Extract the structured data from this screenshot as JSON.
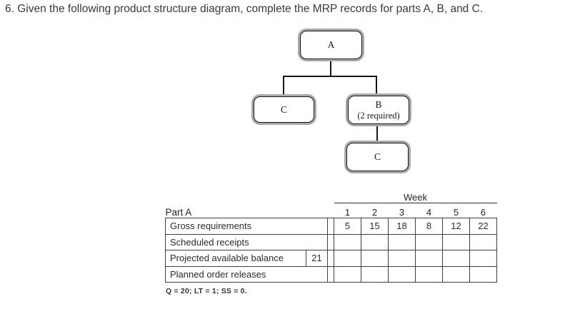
{
  "title": "6. Given the following product structure diagram, complete the MRP records for parts A, B, and C.",
  "diagram": {
    "node_a": {
      "label": "A"
    },
    "node_c_left": {
      "label": "C"
    },
    "node_b": {
      "label": "B",
      "sublabel": "(2 required)"
    },
    "node_c_bottom": {
      "label": "C"
    }
  },
  "mrp_table": {
    "week_header": "Week",
    "part_label": "Part A",
    "week_numbers": [
      "1",
      "2",
      "3",
      "4",
      "5",
      "6"
    ],
    "rows": [
      {
        "label": "Gross requirements",
        "values": [
          "5",
          "15",
          "18",
          "8",
          "12",
          "22"
        ]
      },
      {
        "label": "Scheduled receipts",
        "values": [
          "",
          "",
          "",
          "",
          "",
          ""
        ]
      },
      {
        "label": "Projected available balance",
        "begin_balance": "21",
        "values": [
          "",
          "",
          "",
          "",
          "",
          ""
        ]
      },
      {
        "label": "Planned order releases",
        "values": [
          "",
          "",
          "",
          "",
          "",
          ""
        ]
      }
    ],
    "footnote": "Q = 20; LT = 1; SS = 0."
  },
  "colors": {
    "node_outer_ring": "#a9a9a9",
    "node_border": "#151515",
    "connector_line": "#161616",
    "table_border": "#3f3f3f",
    "body_text": "#2b2b2b",
    "title_text": "#3a3a3a"
  }
}
